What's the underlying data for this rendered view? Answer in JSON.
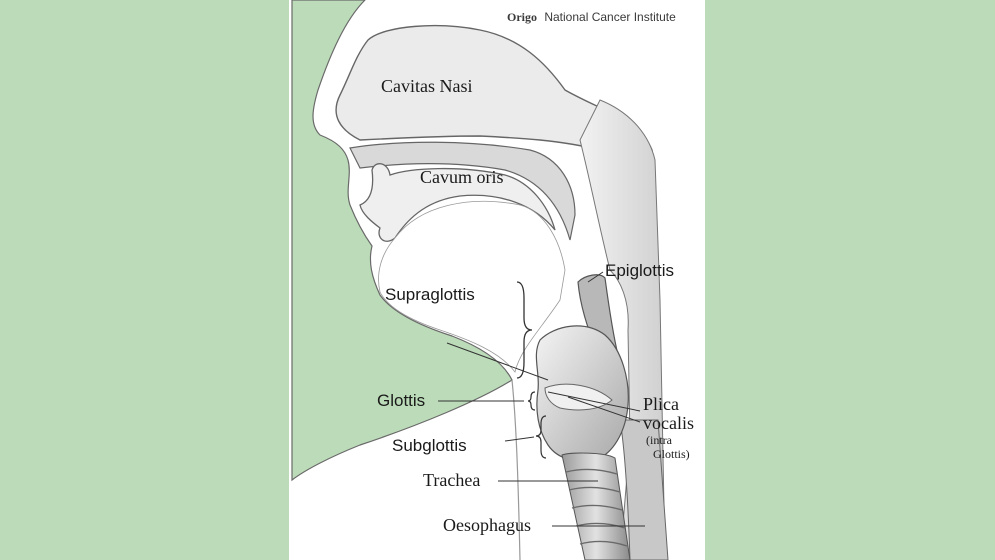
{
  "credit": {
    "prefix": "Origo",
    "source": "National Cancer Institute"
  },
  "labels": {
    "cavitas_nasi": "Cavitas Nasi",
    "cavum_oris": "Cavum oris",
    "epiglottis": "Epiglottis",
    "supraglottis": "Supraglottis",
    "glottis": "Glottis",
    "plica_line1": "Plica",
    "plica_line2": "vocalis",
    "plica_note1": "(intra",
    "plica_note2": "Glottis)",
    "subglottis": "Subglottis",
    "trachea": "Trachea",
    "oesophagus": "Oesophagus"
  },
  "colors": {
    "background": "#bcdcb9",
    "panel": "#ffffff",
    "skin": "#bcdcb9",
    "tissue": "#e6e6e6",
    "outline": "#555555"
  }
}
